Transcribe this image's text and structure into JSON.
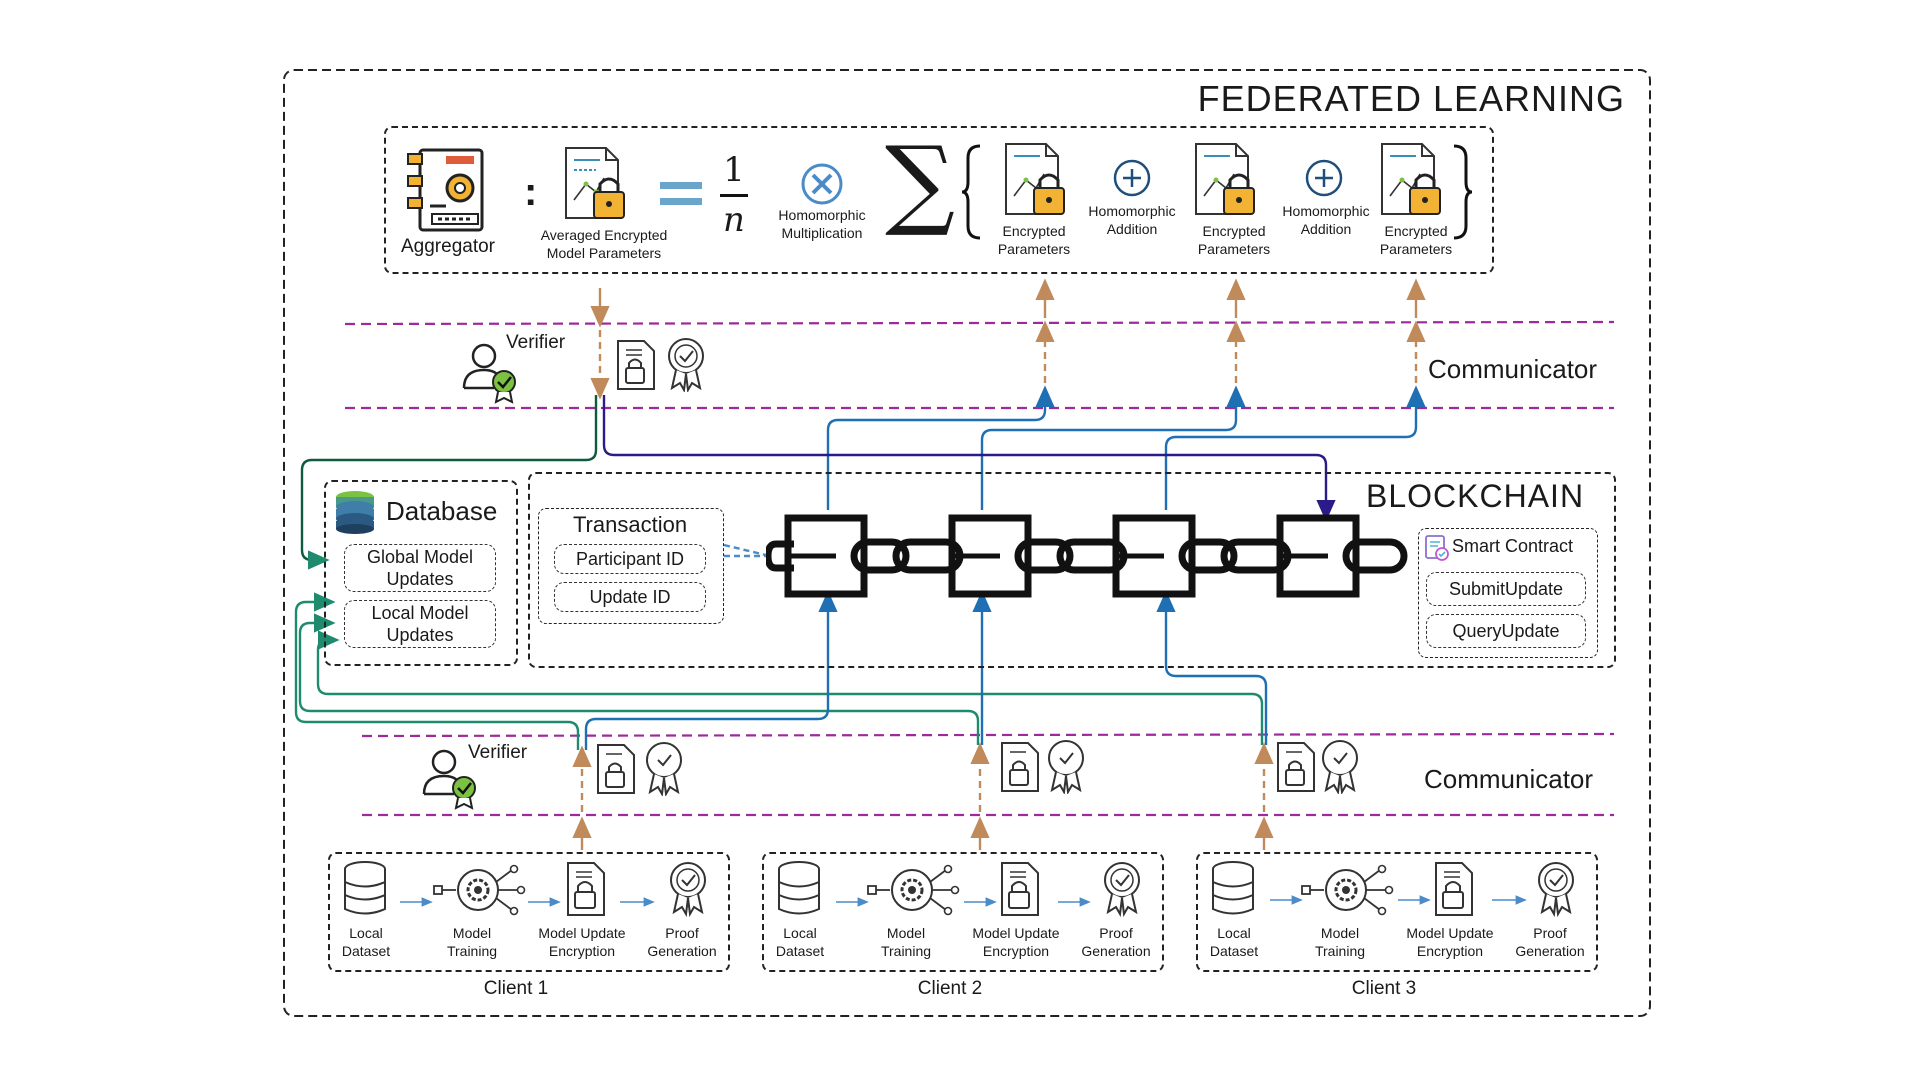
{
  "federated_learning": {
    "title": "FEDERATED LEARNING",
    "aggregator_label": "Aggregator",
    "colon": ":",
    "averaged_params": [
      "Averaged Encrypted",
      "Model Parameters"
    ],
    "fraction": {
      "numerator": "1",
      "denominator": "n"
    },
    "hom_mult": [
      "Homomorphic",
      "Multiplication"
    ],
    "sigma": "∑",
    "encrypted_params": [
      [
        "Encrypted",
        "Parameters"
      ],
      [
        "Encrypted",
        "Parameters"
      ],
      [
        "Encrypted",
        "Parameters"
      ]
    ],
    "hom_add": [
      [
        "Homomorphic",
        "Addition"
      ],
      [
        "Homomorphic",
        "Addition"
      ]
    ]
  },
  "top_layer": {
    "verifier": "Verifier",
    "communicator": "Communicator"
  },
  "bottom_layer": {
    "verifier": "Verifier",
    "communicator": "Communicator"
  },
  "database": {
    "title": "Database",
    "items": [
      [
        "Global Model",
        "Updates"
      ],
      [
        "Local Model",
        "Updates"
      ]
    ]
  },
  "blockchain": {
    "title": "BLOCKCHAIN",
    "transaction": {
      "title": "Transaction",
      "fields": [
        "Participant ID",
        "Update ID"
      ]
    },
    "smart_contract": {
      "title": "Smart Contract",
      "functions": [
        "SubmitUpdate",
        "QueryUpdate"
      ]
    }
  },
  "clients": [
    {
      "name": "Client 1",
      "steps": [
        [
          "Local",
          "Dataset"
        ],
        [
          "Model",
          "Training"
        ],
        [
          "Model Update",
          "Encryption"
        ],
        [
          "Proof",
          "Generation"
        ]
      ]
    },
    {
      "name": "Client 2",
      "steps": [
        [
          "Local",
          "Dataset"
        ],
        [
          "Model",
          "Training"
        ],
        [
          "Model Update",
          "Encryption"
        ],
        [
          "Proof",
          "Generation"
        ]
      ]
    },
    {
      "name": "Client 3",
      "steps": [
        [
          "Local",
          "Dataset"
        ],
        [
          "Model",
          "Training"
        ],
        [
          "Model Update",
          "Encryption"
        ],
        [
          "Proof",
          "Generation"
        ]
      ]
    }
  ],
  "colors": {
    "dashed_purple": "#9c2a9a",
    "arrow_orange": "#c08a5a",
    "arrow_blue": "#1f6fb5",
    "arrow_green": "#1e8a6e",
    "arrow_navy": "#2b1a8a",
    "lock_gold": "#f2b233",
    "badge_green": "#7cc242"
  }
}
